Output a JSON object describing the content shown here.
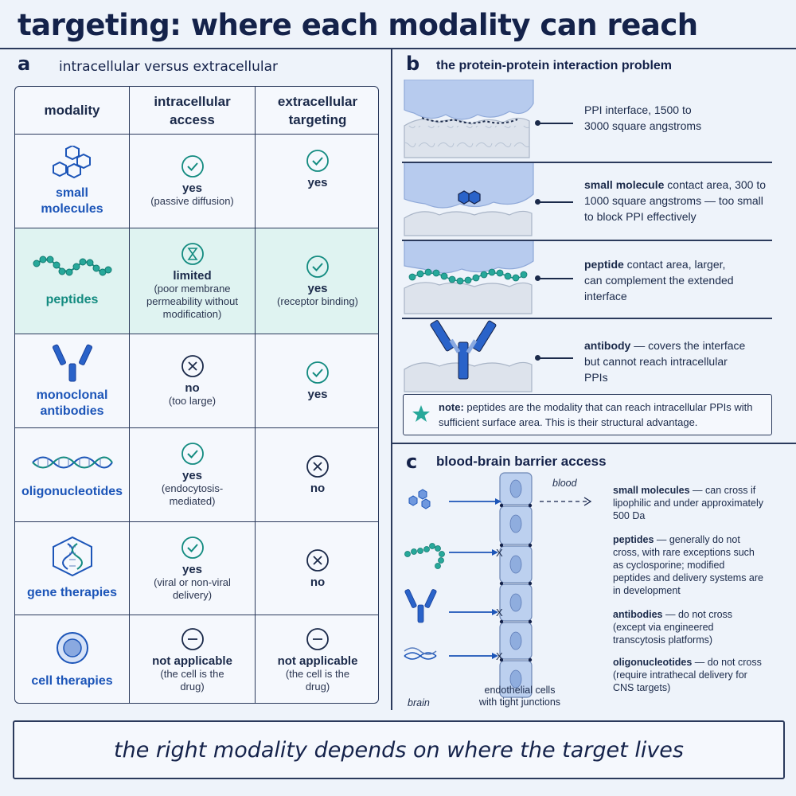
{
  "title": "targeting: where each modality can reach",
  "panel_a": {
    "letter": "a",
    "title": "intracellular versus extracellular",
    "headers": {
      "modality": "modality",
      "intra": "intracellular access",
      "extra": "extracellular targeting"
    },
    "rows": [
      {
        "name": "small molecules",
        "intra_status": "yes",
        "intra_note": "(passive diffusion)",
        "extra_status": "yes",
        "extra_note": ""
      },
      {
        "name": "peptides",
        "intra_status": "limited",
        "intra_note": "(poor membrane permeability without modification)",
        "extra_status": "yes",
        "extra_note": "(receptor binding)"
      },
      {
        "name": "monoclonal antibodies",
        "intra_status": "no",
        "intra_note": "(too large)",
        "extra_status": "yes",
        "extra_note": ""
      },
      {
        "name": "oligonucleotides",
        "intra_status": "yes",
        "intra_note": "(endocytosis-mediated)",
        "extra_status": "no",
        "extra_note": ""
      },
      {
        "name": "gene therapies",
        "intra_status": "yes",
        "intra_note": "(viral or non-viral delivery)",
        "extra_status": "no",
        "extra_note": ""
      },
      {
        "name": "cell therapies",
        "intra_status": "not applicable",
        "intra_note": "(the cell is the drug)",
        "extra_status": "not applicable",
        "extra_note": "(the cell is the drug)"
      }
    ]
  },
  "panel_b": {
    "letter": "b",
    "title": "the protein-protein interaction problem",
    "rows": [
      {
        "bold": "",
        "text": "PPI interface, 1500 to 3000 square angstroms"
      },
      {
        "bold": "small molecule",
        "text": " contact area, 300 to 1000 square angstroms — too small to block PPI effectively"
      },
      {
        "bold": "peptide",
        "text": " contact area, larger, can complement the extended interface"
      },
      {
        "bold": "antibody",
        "text": " — covers the interface but cannot reach intracellular PPIs"
      }
    ],
    "note_bold": "note:",
    "note_text": " peptides are the modality that can reach intracellular PPIs with sufficient surface area. This is their structural advantage."
  },
  "panel_c": {
    "letter": "c",
    "title": "blood-brain barrier access",
    "blood_label": "blood",
    "brain_label": "brain",
    "cells_label": "endothelial cells with tight junctions",
    "items": [
      {
        "bold": "small molecules",
        "text": " — can cross if lipophilic and under approximately 500 Da"
      },
      {
        "bold": "peptides",
        "text": " — generally do not cross, with rare exceptions such as cyclosporine; modified peptides and delivery systems are in development"
      },
      {
        "bold": "antibodies",
        "text": " — do not cross (except via engineered transcytosis platforms)"
      },
      {
        "bold": "oligonucleotides",
        "text": " — do not cross (require intrathecal delivery for CNS targets)"
      }
    ],
    "block_mark": "X"
  },
  "footer": "the right modality depends on where the target lives",
  "colors": {
    "navy": "#14224a",
    "blue": "#1c55b8",
    "teal": "#138b80",
    "highlight": "#dff3f1",
    "background": "#eef3fa"
  }
}
